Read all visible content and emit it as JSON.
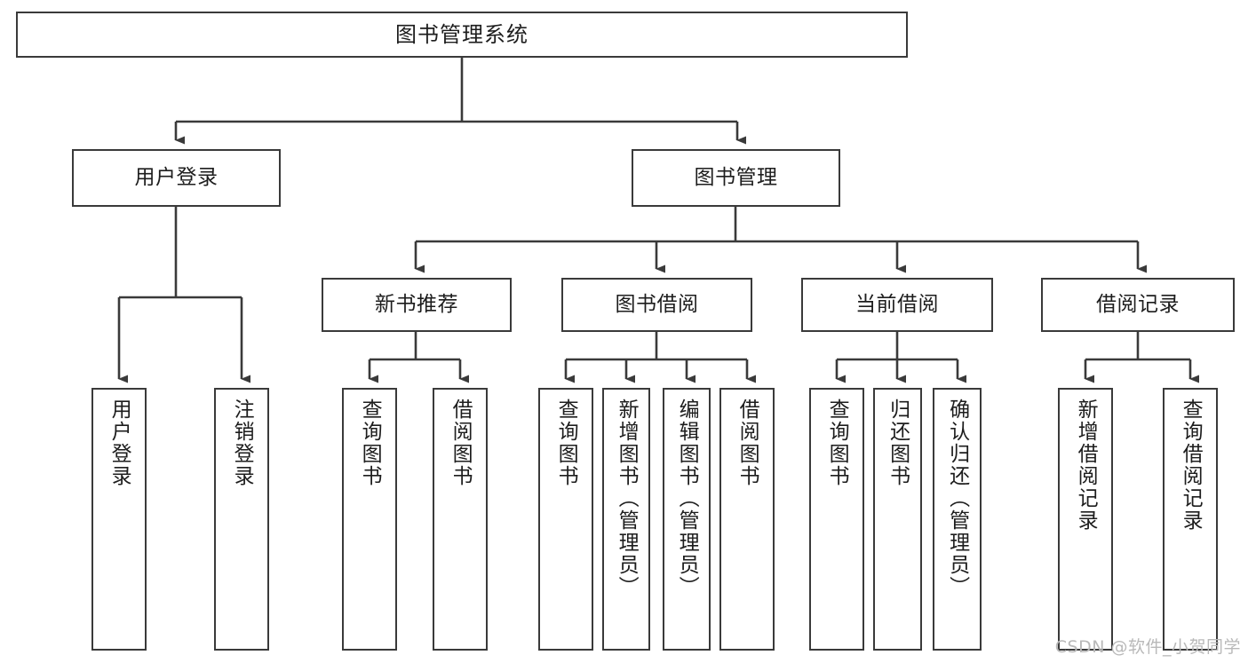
{
  "diagram": {
    "title": "图书管理系统",
    "type": "tree-hierarchy-chart",
    "watermark": "CSDN @软件_小贺同学",
    "colors": {
      "box_border": "#3a3a3a",
      "box_fill": "#ffffff",
      "edge": "#3a3a3a",
      "text": "#1d1d1d",
      "watermark": "#b9b9b9",
      "background": "#ffffff"
    },
    "levels": {
      "root": {
        "label": "图书管理系统"
      },
      "level2": [
        {
          "id": "user-login",
          "label": "用户登录"
        },
        {
          "id": "book-manage",
          "label": "图书管理"
        }
      ],
      "level3": [
        {
          "id": "new-book-recommend",
          "label": "新书推荐",
          "parent": "book-manage"
        },
        {
          "id": "book-borrow",
          "label": "图书借阅",
          "parent": "book-manage"
        },
        {
          "id": "current-borrow",
          "label": "当前借阅",
          "parent": "book-manage"
        },
        {
          "id": "borrow-record",
          "label": "借阅记录",
          "parent": "book-manage"
        }
      ],
      "leaves": [
        {
          "id": "leaf-user-login",
          "label": "用户登录",
          "parent": "user-login"
        },
        {
          "id": "leaf-user-logout",
          "label": "注销登录",
          "parent": "user-login"
        },
        {
          "id": "leaf-query-book-1",
          "label": "查询图书",
          "parent": "new-book-recommend"
        },
        {
          "id": "leaf-borrow-book-1",
          "label": "借阅图书",
          "parent": "new-book-recommend"
        },
        {
          "id": "leaf-query-book-2",
          "label": "查询图书",
          "parent": "book-borrow"
        },
        {
          "id": "leaf-add-book",
          "label": "新增图书（管理员）",
          "parent": "book-borrow"
        },
        {
          "id": "leaf-edit-book",
          "label": "编辑图书（管理员）",
          "parent": "book-borrow"
        },
        {
          "id": "leaf-borrow-book-2",
          "label": "借阅图书",
          "parent": "book-borrow"
        },
        {
          "id": "leaf-query-book-3",
          "label": "查询图书",
          "parent": "current-borrow"
        },
        {
          "id": "leaf-return-book",
          "label": "归还图书",
          "parent": "current-borrow"
        },
        {
          "id": "leaf-confirm-return",
          "label": "确认归还（管理员）",
          "parent": "current-borrow"
        },
        {
          "id": "leaf-add-record",
          "label": "新增借阅记录",
          "parent": "borrow-record"
        },
        {
          "id": "leaf-query-record",
          "label": "查询借阅记录",
          "parent": "borrow-record"
        }
      ]
    }
  }
}
